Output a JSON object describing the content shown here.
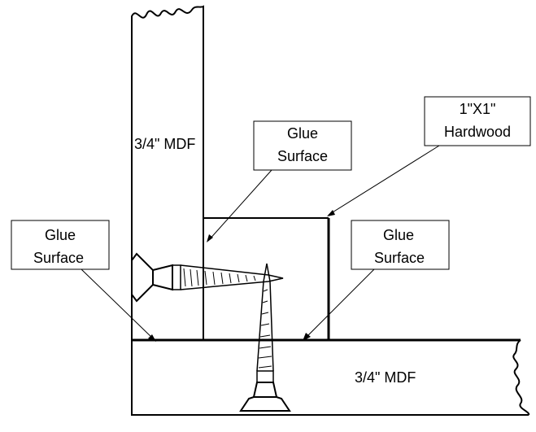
{
  "labels": {
    "vertical_panel": "3/4\" MDF",
    "horizontal_panel": "3/4\" MDF",
    "hardwood_line1": "1\"X1\"",
    "hardwood_line2": "Hardwood",
    "glue_center_line1": "Glue",
    "glue_center_line2": "Surface",
    "glue_left_line1": "Glue",
    "glue_left_line2": "Surface",
    "glue_right_line1": "Glue",
    "glue_right_line2": "Surface"
  },
  "colors": {
    "stroke": "#000000",
    "background": "#ffffff"
  }
}
